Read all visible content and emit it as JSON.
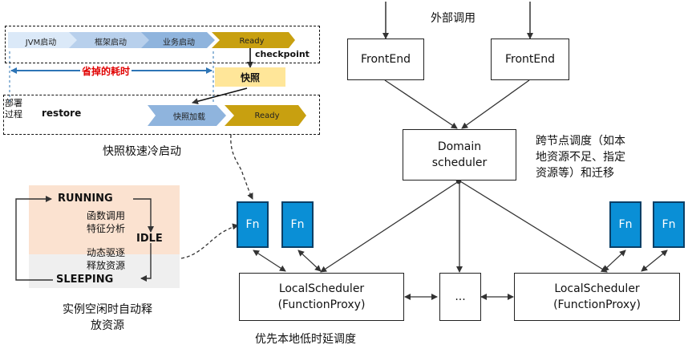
{
  "top_label": "外部调用",
  "frontend_left": "FrontEnd",
  "frontend_right": "FrontEnd",
  "domain_line1": "Domain",
  "domain_line2": "scheduler",
  "cross_node_note": [
    "跨节点调度（如本",
    "地资源不足、指定",
    "资源等）和迁移"
  ],
  "local_left_line1": "LocalScheduler",
  "local_left_line2": "(FunctionProxy)",
  "local_right_line1": "LocalScheduler",
  "local_right_line2": "(FunctionProxy)",
  "middle_ellipsis": "...",
  "fn_label": "Fn",
  "bottom_caption": "优先本地低时延调度",
  "startup": {
    "stages": [
      "JVM启动",
      "框架启动",
      "业务启动",
      "Ready"
    ],
    "checkpoint": "checkpoint",
    "waste_label": "省掉的耗时",
    "snapshot": "快照",
    "deploy_label": [
      "部署",
      "过程"
    ],
    "restore": "restore",
    "snapshot_load": "快照加载",
    "ready2": "Ready",
    "caption": "快照极速冷启动"
  },
  "lifecycle": {
    "running": "RUNNING",
    "idle": "IDLE",
    "sleeping": "SLEEPING",
    "note1": [
      "函数调用",
      "特征分析"
    ],
    "note2": [
      "动态驱逐",
      "释放资源"
    ],
    "caption": [
      "实例空闲时自动释",
      "放资源"
    ]
  },
  "colors": {
    "fn_blue": "#0a8fd6",
    "ready_gold": "#c8a010",
    "snapshot_yellow": "#ffe699",
    "arrow_blue": "#2e75b6",
    "waste_red": "#e00000",
    "running_bg": "#fbe2d0",
    "sleeping_bg": "#efefef"
  }
}
